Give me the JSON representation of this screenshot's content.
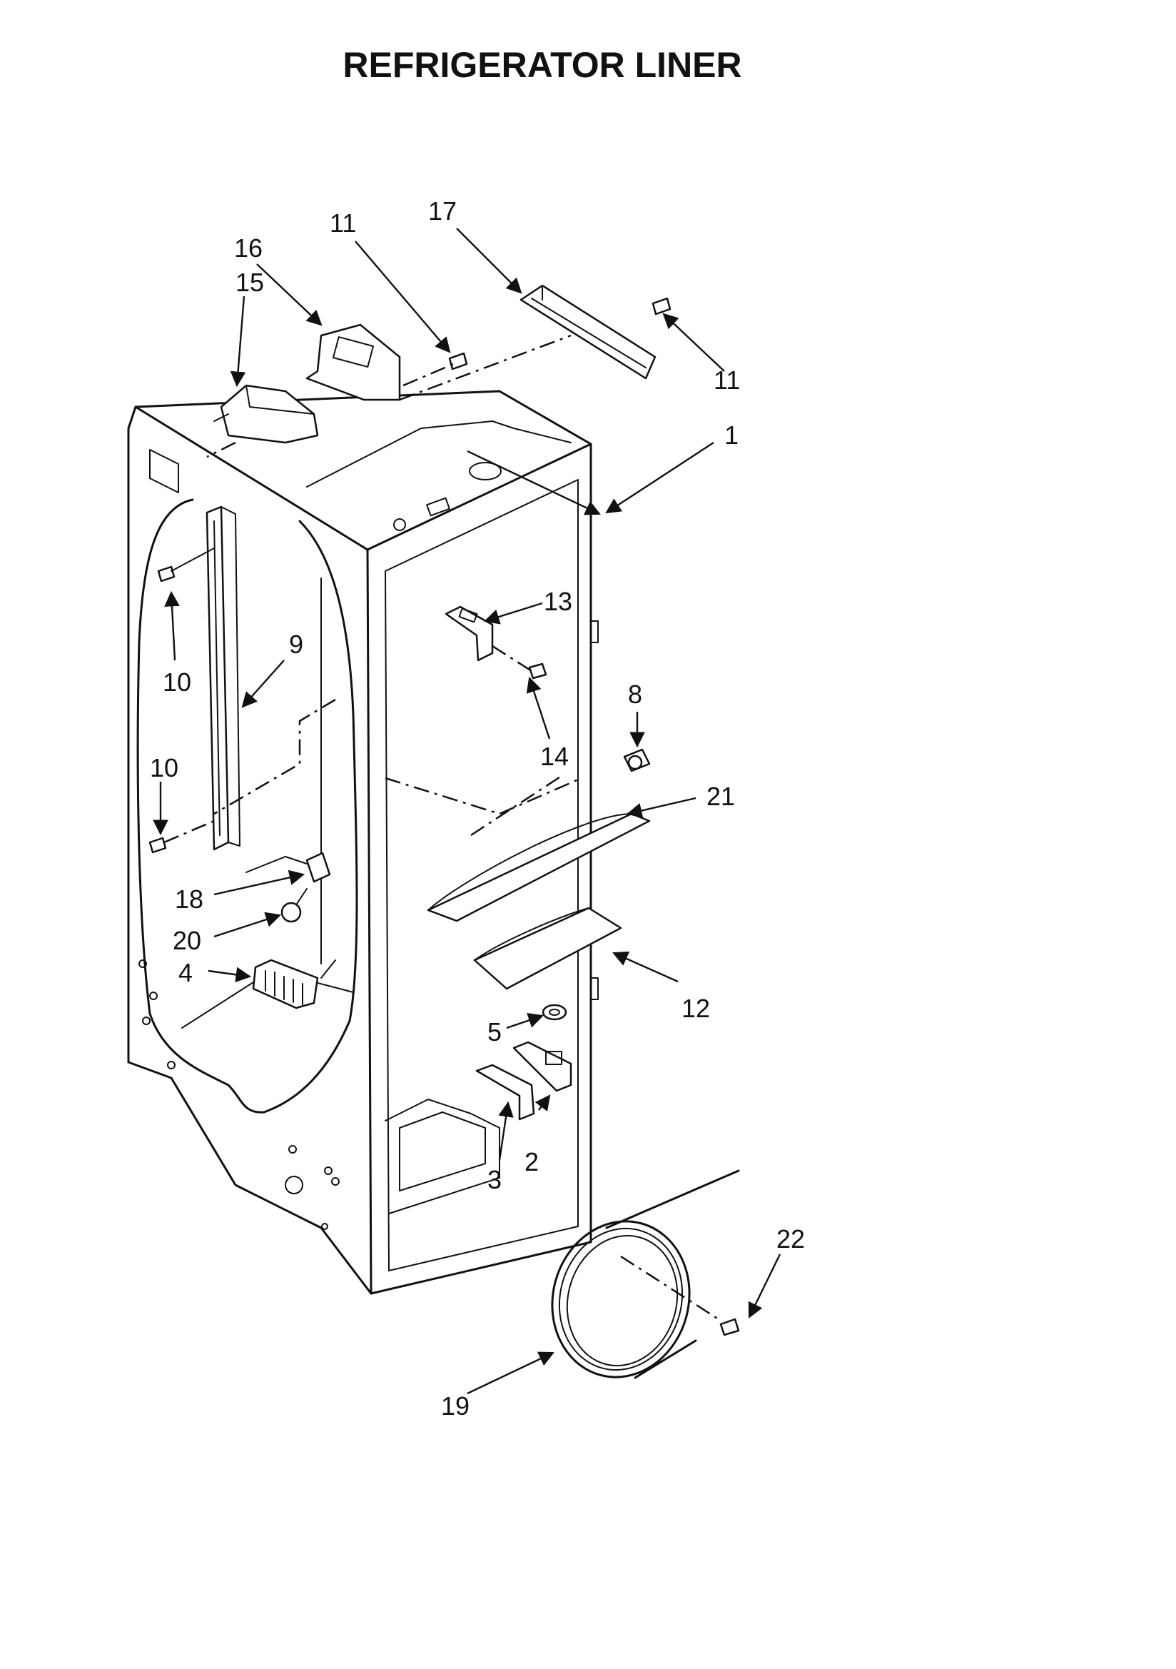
{
  "title": "REFRIGERATOR LINER",
  "callouts": [
    {
      "id": "c1",
      "text": "1"
    },
    {
      "id": "c2",
      "text": "2"
    },
    {
      "id": "c3",
      "text": "3"
    },
    {
      "id": "c4",
      "text": "4"
    },
    {
      "id": "c5",
      "text": "5"
    },
    {
      "id": "c8",
      "text": "8"
    },
    {
      "id": "c9",
      "text": "9"
    },
    {
      "id": "c10a",
      "text": "10"
    },
    {
      "id": "c10b",
      "text": "10"
    },
    {
      "id": "c11a",
      "text": "11"
    },
    {
      "id": "c11b",
      "text": "11"
    },
    {
      "id": "c12",
      "text": "12"
    },
    {
      "id": "c13",
      "text": "13"
    },
    {
      "id": "c14",
      "text": "14"
    },
    {
      "id": "c15",
      "text": "15"
    },
    {
      "id": "c16",
      "text": "16"
    },
    {
      "id": "c17",
      "text": "17"
    },
    {
      "id": "c18",
      "text": "18"
    },
    {
      "id": "c19",
      "text": "19"
    },
    {
      "id": "c20",
      "text": "20"
    },
    {
      "id": "c21",
      "text": "21"
    },
    {
      "id": "c22",
      "text": "22"
    }
  ]
}
